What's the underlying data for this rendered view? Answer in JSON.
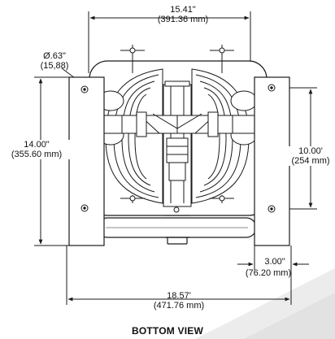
{
  "title": "BOTTOM VIEW",
  "dimensions": {
    "overall_width": {
      "imperial": "15.41\"",
      "metric": "(391.36 mm)"
    },
    "hole_diameter": {
      "imperial": "Ø.63\"",
      "metric": "(15,88)"
    },
    "height": {
      "imperial": "14.00\"",
      "metric": "(355.60 mm)"
    },
    "hole_spacing": {
      "imperial": "10.00'",
      "metric": "(254 mm)"
    },
    "foot_width": {
      "imperial": "3.00\"",
      "metric": "(76.20 mm)"
    },
    "base_width": {
      "imperial": "18.57'",
      "metric": "(471.76 mm)"
    }
  },
  "colors": {
    "line": "#1a1a1a",
    "fill": "#ffffff",
    "shade": "#e6e6e6"
  }
}
